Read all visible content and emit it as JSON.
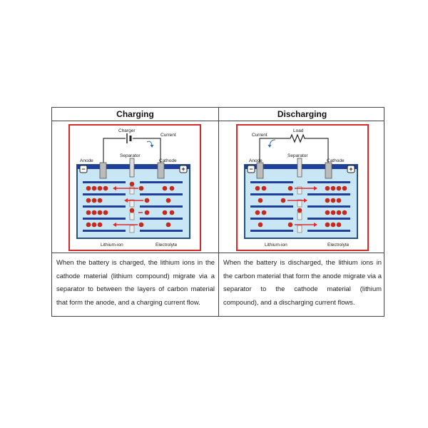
{
  "columns": [
    {
      "heading": "Charging",
      "description": "When the battery is charged, the lithium ions in the cathode material (lithium compound) migrate via a separator to between the layers of carbon material that form the anode, and a charging current flow.",
      "labels": {
        "source": "Charger",
        "current": "Current",
        "separator": "Separator",
        "anode": "Anode",
        "cathode": "Cathode",
        "lithium_ion": "Lithium-ion",
        "electrolyte": "Electrolyte"
      },
      "ion_direction": "toward-anode"
    },
    {
      "heading": "Discharging",
      "description": "When the battery is discharged, the lithium ions in the carbon material that form the anode migrate via a separator to the cathode material (lithium compound), and a discharging current flows.",
      "labels": {
        "source": "Load",
        "current": "Current",
        "separator": "Separator",
        "anode": "Anode",
        "cathode": "Cathode",
        "lithium_ion": "Lithium-ion",
        "electrolyte": "Electrolyte"
      },
      "ion_direction": "toward-cathode"
    }
  ],
  "colors": {
    "frame_red": "#d42a2a",
    "electrolyte_blue": "#c9e6f4",
    "container_outline": "#26517a",
    "layer_navy": "#1f3f9a",
    "ion_red": "#c8281c",
    "arrow_red": "#e02a2a",
    "wire": "#333333"
  }
}
